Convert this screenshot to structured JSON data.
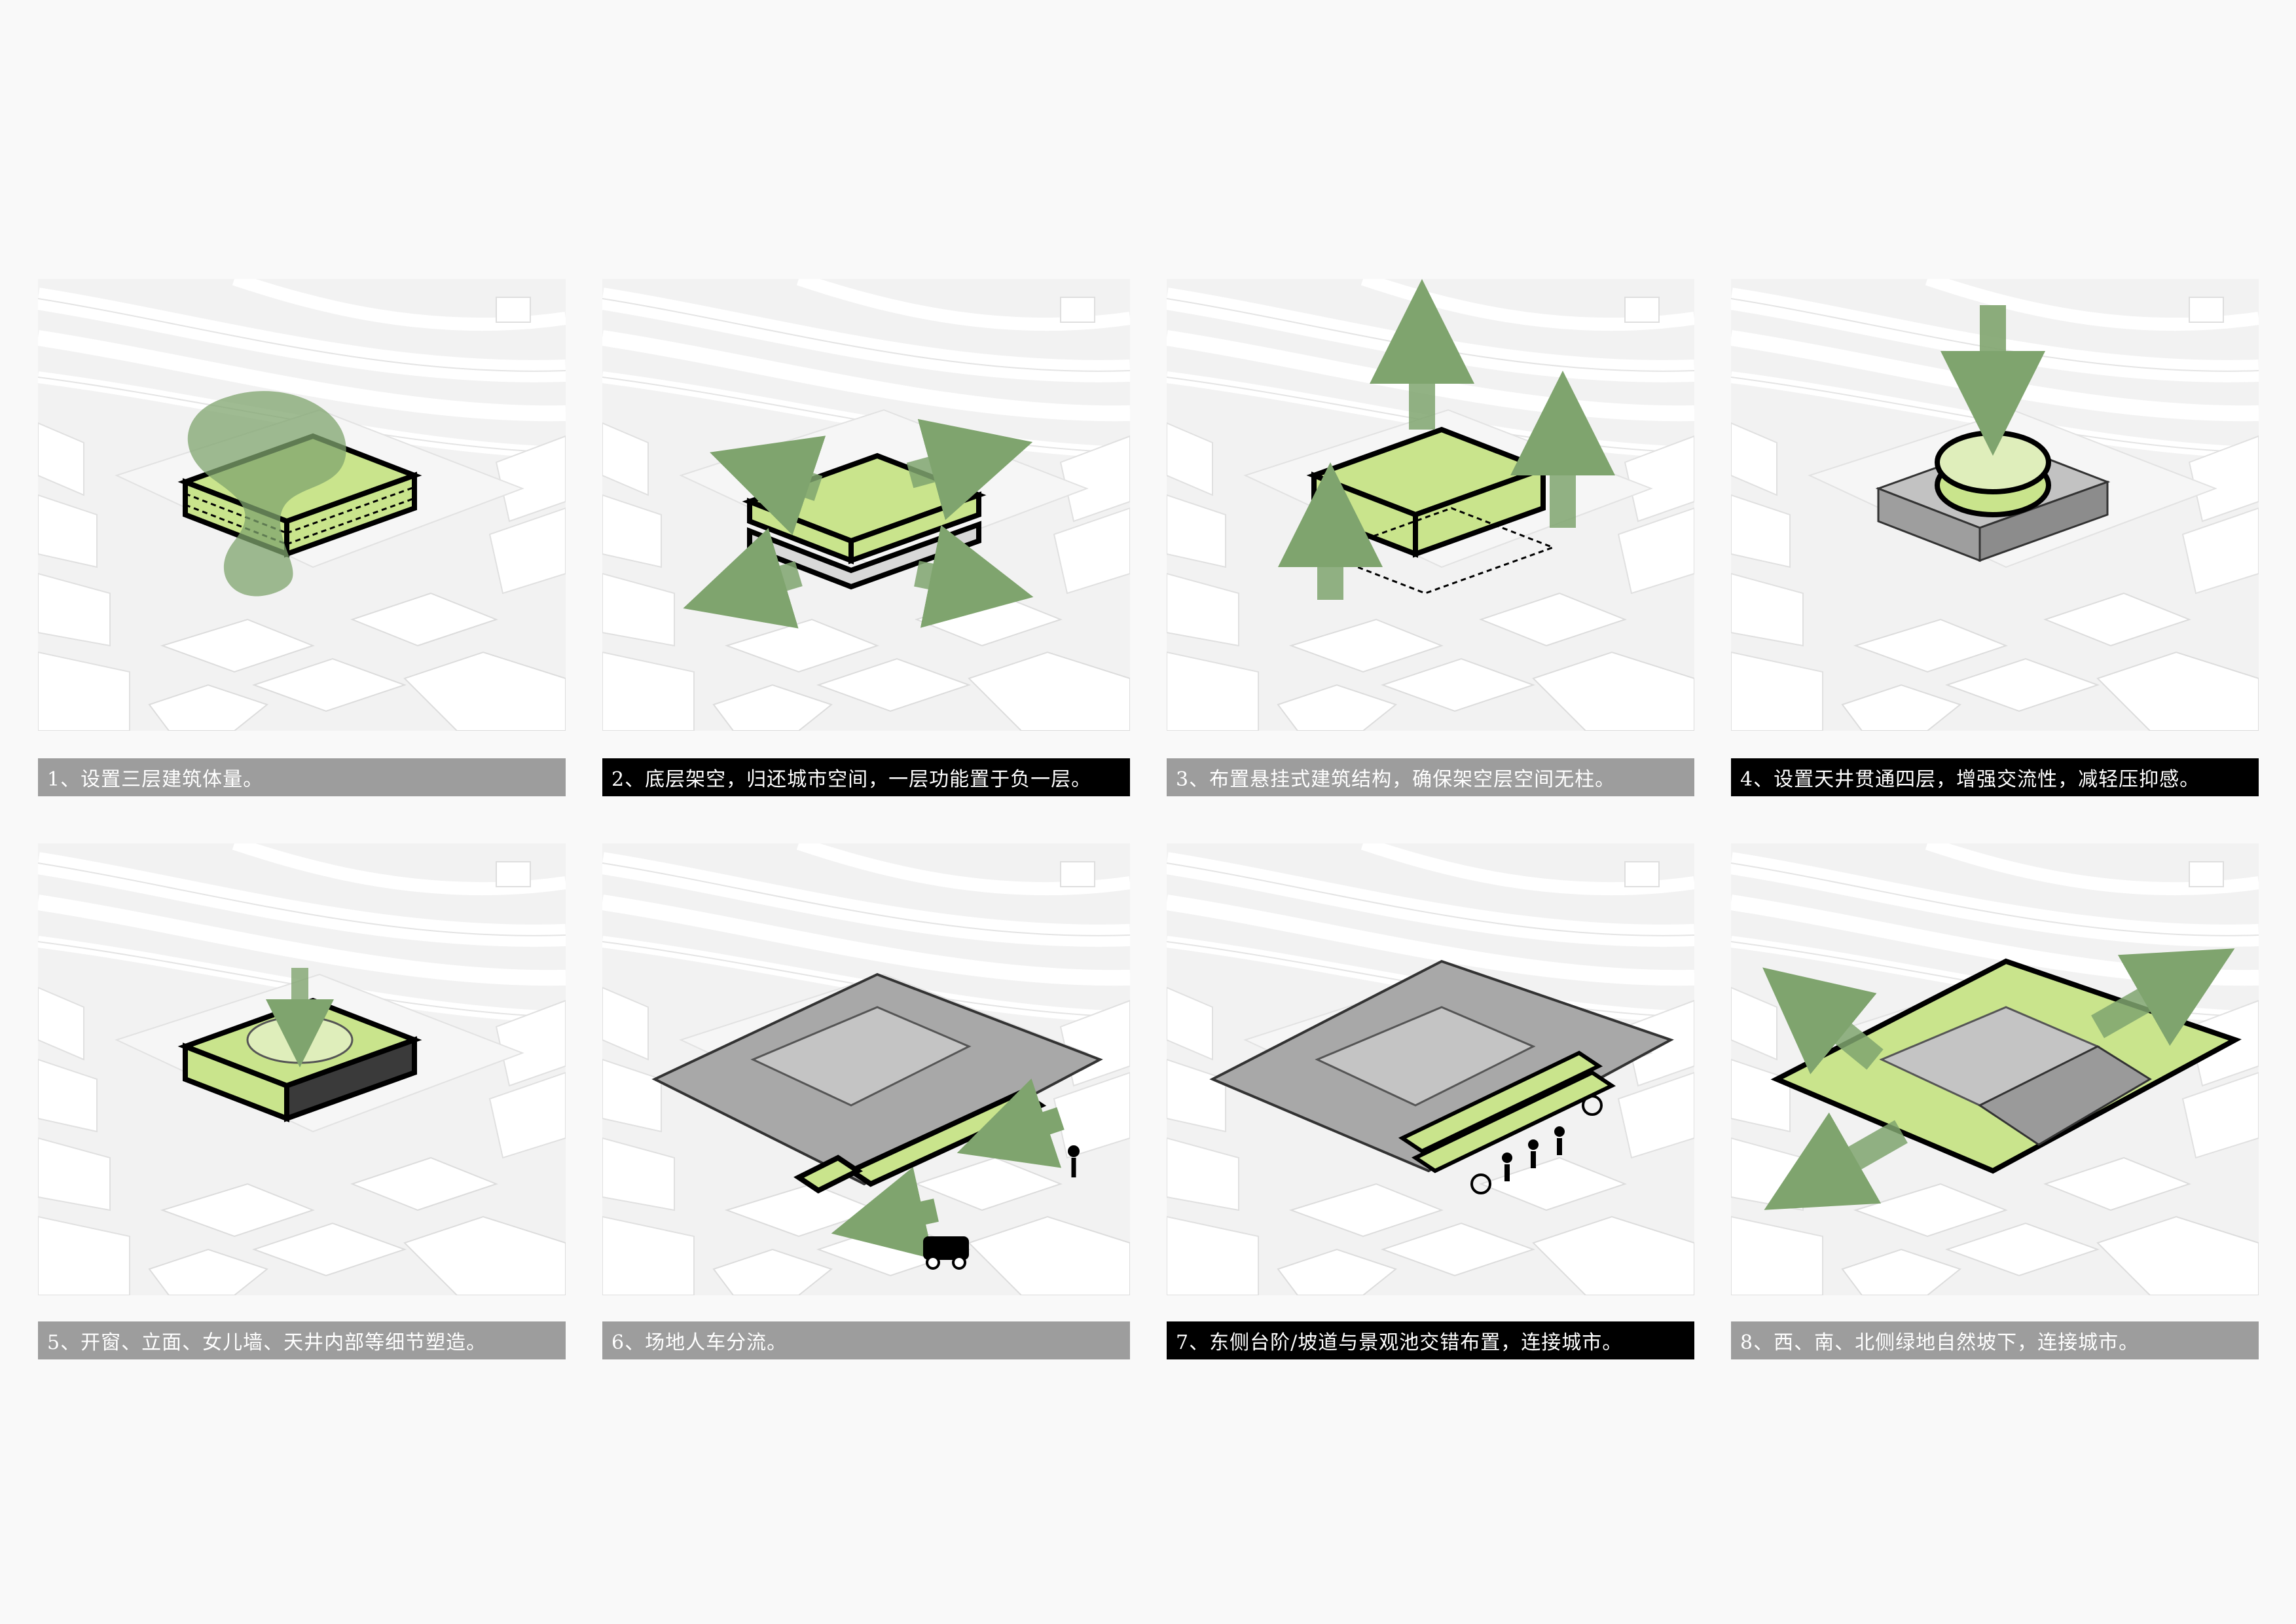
{
  "accent_green": "#c9e48c",
  "arrow_green": "#7fa46e",
  "steps": [
    {
      "caption": "1、设置三层建筑体量。",
      "caption_style": "gray",
      "icon": "volume-blob"
    },
    {
      "caption": "2、底层架空，归还城市空间，一层功能置于负一层。",
      "caption_style": "black",
      "icon": "four-way-arrows"
    },
    {
      "caption": "3、布置悬挂式建筑结构，确保架空层空间无柱。",
      "caption_style": "gray",
      "icon": "up-arrows"
    },
    {
      "caption": "4、设置天井贯通四层，增强交流性，减轻压抑感。",
      "caption_style": "black",
      "icon": "down-arrow"
    },
    {
      "caption": "5、开窗、立面、女儿墙、天井内部等细节塑造。",
      "caption_style": "gray",
      "icon": "detail-arrows"
    },
    {
      "caption": "6、场地人车分流。",
      "caption_style": "gray",
      "icon": "pedestrian-car"
    },
    {
      "caption": "7、东侧台阶/坡道与景观池交错布置，连接城市。",
      "caption_style": "black",
      "icon": "people-wheelchair"
    },
    {
      "caption": "8、西、南、北侧绿地自然坡下，连接城市。",
      "caption_style": "gray",
      "icon": "diagonal-arrows"
    }
  ]
}
